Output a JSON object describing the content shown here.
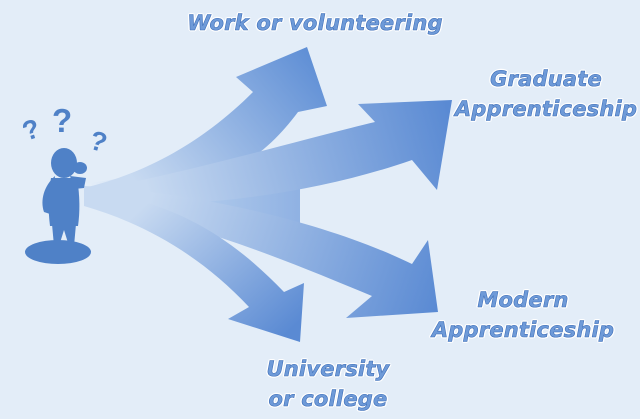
{
  "diagram": {
    "figure_icon": "confused-person-with-question-marks-icon",
    "colors": {
      "background": "#e3edf8",
      "arrow_light": "#c8daf1",
      "arrow_dark": "#5a8ad3",
      "figure": "#4f81c7",
      "label_fill": "#6e9ad8",
      "label_outline": "#3f6fb8"
    },
    "routes": [
      {
        "id": "work",
        "icon": "arrow-up-right-icon",
        "label_lines": [
          "Work or volunteering"
        ]
      },
      {
        "id": "graduate",
        "icon": "arrow-right-icon",
        "label_lines": [
          "Graduate",
          "Apprenticeship"
        ]
      },
      {
        "id": "modern",
        "icon": "arrow-down-right-icon",
        "label_lines": [
          "Modern",
          "Apprenticeship"
        ]
      },
      {
        "id": "university",
        "icon": "arrow-down-icon",
        "label_lines": [
          "University",
          "or college"
        ]
      }
    ]
  }
}
